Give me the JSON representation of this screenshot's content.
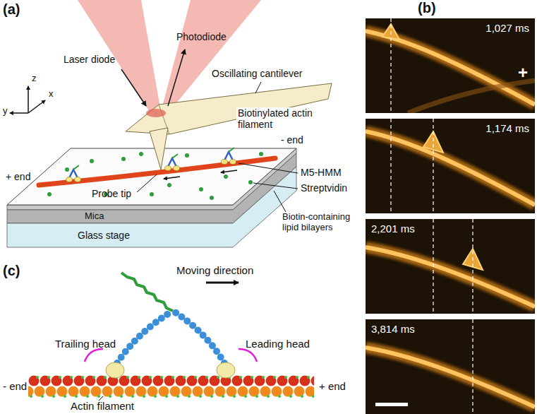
{
  "diagram": {
    "nodes": [
      {
        "text": [
          "1,027 ms",
          "+"
        ]
      },
      {
        "text": [
          "1,174 ms"
        ]
      },
      {
        "text": [
          "2,201 ms"
        ]
      },
      {
        "text": [
          "3,814 ms"
        ]
      }
    ],
    "labels": [
      "(a)",
      "(b)",
      "(c)",
      "Laser diode",
      "Photodiode",
      "Oscillating cantilever",
      "z",
      "y",
      "x",
      "Biotinylated actin filament",
      "+ end",
      "- end",
      "Probe tip",
      "M5-HMM",
      "Streptvidin",
      "Biotin-containing lipid bilayers",
      "Mica",
      "Glass stage",
      "Moving direction",
      "Trailing head",
      "Leading head",
      "- end",
      "+ end",
      "Actin filament"
    ]
  }
}
